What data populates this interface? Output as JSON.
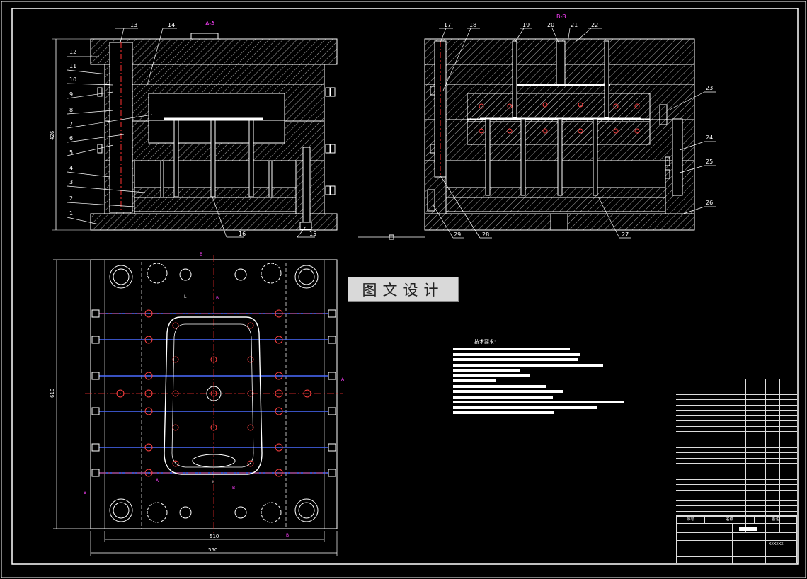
{
  "views": {
    "section_a": "A-A",
    "section_b": "B-B"
  },
  "dimensions": {
    "height_left": "426",
    "inner_width": "510",
    "outer_width": "550",
    "plan_height": "610"
  },
  "part_labels_left": [
    "13",
    "14",
    "12",
    "11",
    "10",
    "9",
    "8",
    "7",
    "6",
    "5",
    "4",
    "3",
    "2",
    "1",
    "16",
    "15"
  ],
  "part_labels_right": [
    "17",
    "18",
    "19",
    "20",
    "21",
    "22",
    "23",
    "24",
    "25",
    "26",
    "29",
    "28",
    "27"
  ],
  "plan_marks": {
    "b": "B",
    "a": "A",
    "l": "L"
  },
  "watermark": "图文设计",
  "tech_requirements": {
    "title": "技术要求:"
  },
  "title_block": {
    "col_headers": [
      "序号",
      "名称",
      "备注"
    ],
    "drawing_number": "XXXXXX"
  },
  "colors": {
    "background": "#000000",
    "lines": "#ffffff",
    "hatch": "#cfcfcf",
    "center_lines": "#ff3030",
    "section_marks": "#ff40ff",
    "holes": "#ff4040",
    "cooling": "#4a6cff",
    "dim_lines": "#00e0e0",
    "labels": "#ffffff"
  }
}
